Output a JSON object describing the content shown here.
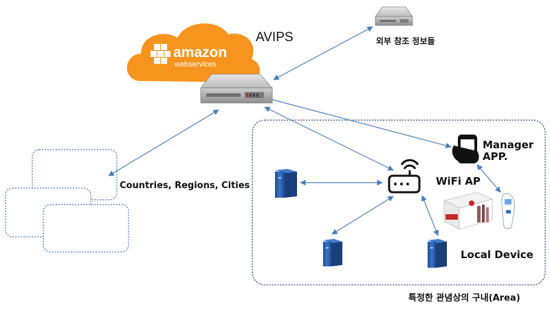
{
  "cloud": {
    "brand_top": "amazon",
    "brand_bottom": "webservices",
    "color": "#f7941d"
  },
  "labels": {
    "avips": "AVIPS",
    "external_refs": "외부 참조 정보들",
    "regions": "Countries, Regions, Cities",
    "wifi_ap": "WiFi AP",
    "manager_app_line1": "Manager",
    "manager_app_line2": "APP.",
    "local_device": "Local Device",
    "area": "특정한 관념상의 구내(Area)"
  },
  "colors": {
    "arrow": "#4a7ebb",
    "area_border": "#1f3f7a",
    "region_border": "#3a6ab8",
    "device_blue": "#2f5fa8",
    "server_gray": "#9a9a9a"
  },
  "icons": [
    "aws-cloud-icon",
    "aws-server-icon",
    "external-server-icon",
    "wifi-router-icon",
    "smartphone-hand-icon",
    "thermometer-icon",
    "device-box-icon",
    "tower-server-icon"
  ]
}
